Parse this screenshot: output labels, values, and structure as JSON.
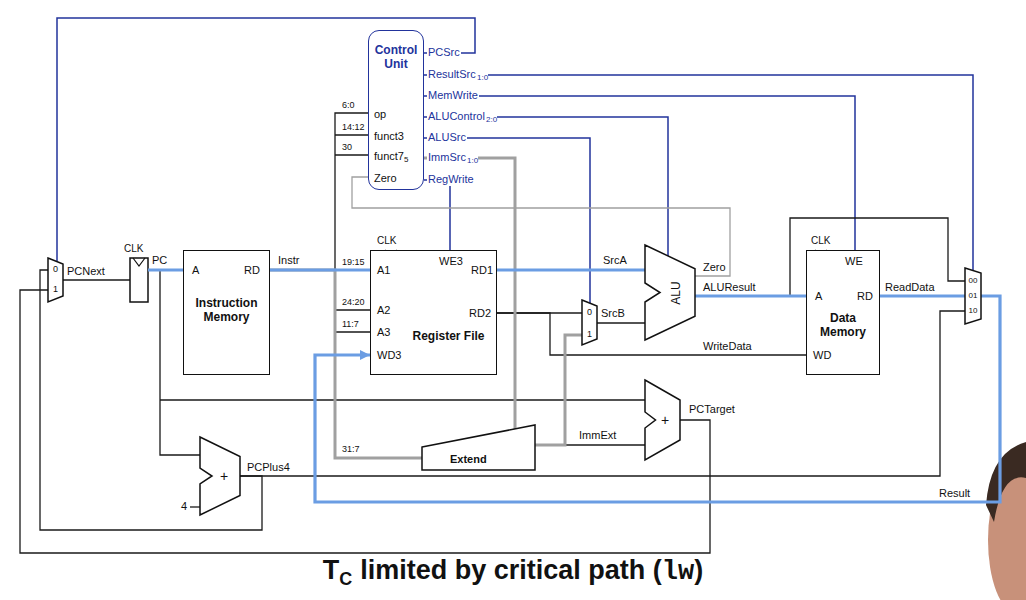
{
  "diagram": {
    "nodes": [
      {
        "text": [
          "Control Unit",
          "op",
          "funct3",
          "funct7",
          "5",
          "Zero"
        ]
      },
      {
        "text": [
          "0",
          "1"
        ]
      },
      {
        "text": [
          "A",
          "RD",
          "Instruction Memory"
        ]
      },
      {
        "text": [
          "WE3",
          "A1",
          "A2",
          "A3",
          "WD3",
          "RD1",
          "RD2",
          "Register File"
        ]
      },
      {
        "text": [
          "0",
          "1"
        ]
      },
      {
        "text": [
          "ALU"
        ]
      },
      {
        "text": [
          "WE",
          "A",
          "RD",
          "WD",
          "Data Memory"
        ]
      },
      {
        "text": [
          "00",
          "01",
          "10"
        ]
      },
      {
        "text": [
          "+"
        ]
      },
      {
        "text": [
          "Extend"
        ]
      },
      {
        "text": [
          "+"
        ]
      }
    ],
    "edges": [
      {
        "from": 0,
        "to": 1,
        "arrow": "none"
      },
      {
        "from": 0,
        "to": 7,
        "arrow": "none"
      },
      {
        "from": 0,
        "to": 6,
        "arrow": "none"
      },
      {
        "from": 0,
        "to": 5,
        "arrow": "none"
      },
      {
        "from": 0,
        "to": 4,
        "arrow": "none"
      },
      {
        "from": 0,
        "to": 9,
        "arrow": "none"
      },
      {
        "from": 0,
        "to": 3,
        "arrow": "none"
      },
      {
        "from": 5,
        "to": 0,
        "arrow": "none"
      },
      {
        "from": 2,
        "to": 3,
        "arrow": "none"
      },
      {
        "from": 2,
        "to": 0,
        "arrow": "none"
      },
      {
        "from": 2,
        "to": 9,
        "arrow": "none"
      },
      {
        "from": 3,
        "to": 5,
        "arrow": "none"
      },
      {
        "from": 3,
        "to": 4,
        "arrow": "none"
      },
      {
        "from": 3,
        "to": 6,
        "arrow": "none"
      },
      {
        "from": 9,
        "to": 4,
        "arrow": "none"
      },
      {
        "from": 9,
        "to": 8,
        "arrow": "none"
      },
      {
        "from": 4,
        "to": 5,
        "arrow": "none"
      },
      {
        "from": 5,
        "to": 6,
        "arrow": "none"
      },
      {
        "from": 5,
        "to": 7,
        "arrow": "none"
      },
      {
        "from": 6,
        "to": 7,
        "arrow": "none"
      },
      {
        "from": 10,
        "to": 7,
        "arrow": "none"
      },
      {
        "from": 10,
        "to": 1,
        "arrow": "none"
      },
      {
        "from": 8,
        "to": 1,
        "arrow": "none"
      },
      {
        "from": 7,
        "to": 3,
        "arrow": "to"
      }
    ],
    "labels": [
      "PCSrc",
      "ResultSrc",
      "1:0",
      "MemWrite",
      "ALUControl",
      "2:0",
      "ALUSrc",
      "ImmSrc",
      "1:0",
      "RegWrite",
      "6:0",
      "14:12",
      "30",
      "19:15",
      "24:20",
      "11:7",
      "31:7",
      "CLK",
      "CLK",
      "CLK",
      "PCNext",
      "PC",
      "Instr",
      "SrcA",
      "SrcB",
      "Zero",
      "ALUResult",
      "ReadData",
      "WriteData",
      "ImmExt",
      "PCTarget",
      "PCPlus4",
      "4",
      "Result",
      "T",
      "C",
      "limited by critical path (",
      "lw",
      ")"
    ]
  }
}
